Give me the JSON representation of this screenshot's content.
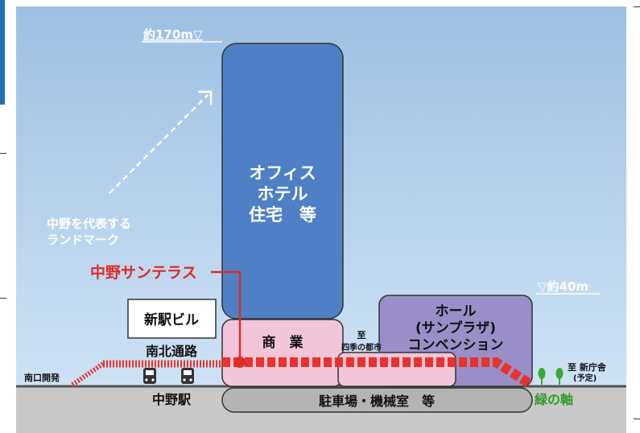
{
  "heights": {
    "tower_height": "約170m▽",
    "hall_height": "▽約40m"
  },
  "landmark": {
    "line1": "中野を代表する",
    "line2": "ランドマーク"
  },
  "tower": {
    "line1": "オフィス",
    "line2": "ホテル",
    "line3": "住宅　等"
  },
  "callout": "中野サンテラス",
  "labels": {
    "new_station_building": "新駅ビル",
    "north_south_passage": "南北通路",
    "south_exit_dev": "南口開発",
    "station": "中野駅",
    "commercial": "商　業",
    "shiki_line1": "至",
    "shiki_line2": "四季の都市",
    "hall_line1": "ホール",
    "hall_line2": "(サンプラザ)",
    "hall_line3": "コンベンション",
    "office_line1": "至 新庁舎",
    "office_line2": "(予定)",
    "parking": "駐車場・機械室　等",
    "green_axis": "緑の軸"
  },
  "colors": {
    "sky_top": "#9dbfe2",
    "sky_bottom": "#c9def3",
    "ground": "#c9c9c9",
    "tower_fill": "#4f7fc4",
    "commercial_fill": "#f2c6d8",
    "hall_fill": "#9b8fc9",
    "parking_fill": "#b5b5b5",
    "route_red": "#e8322c",
    "green": "#3aaa35"
  }
}
